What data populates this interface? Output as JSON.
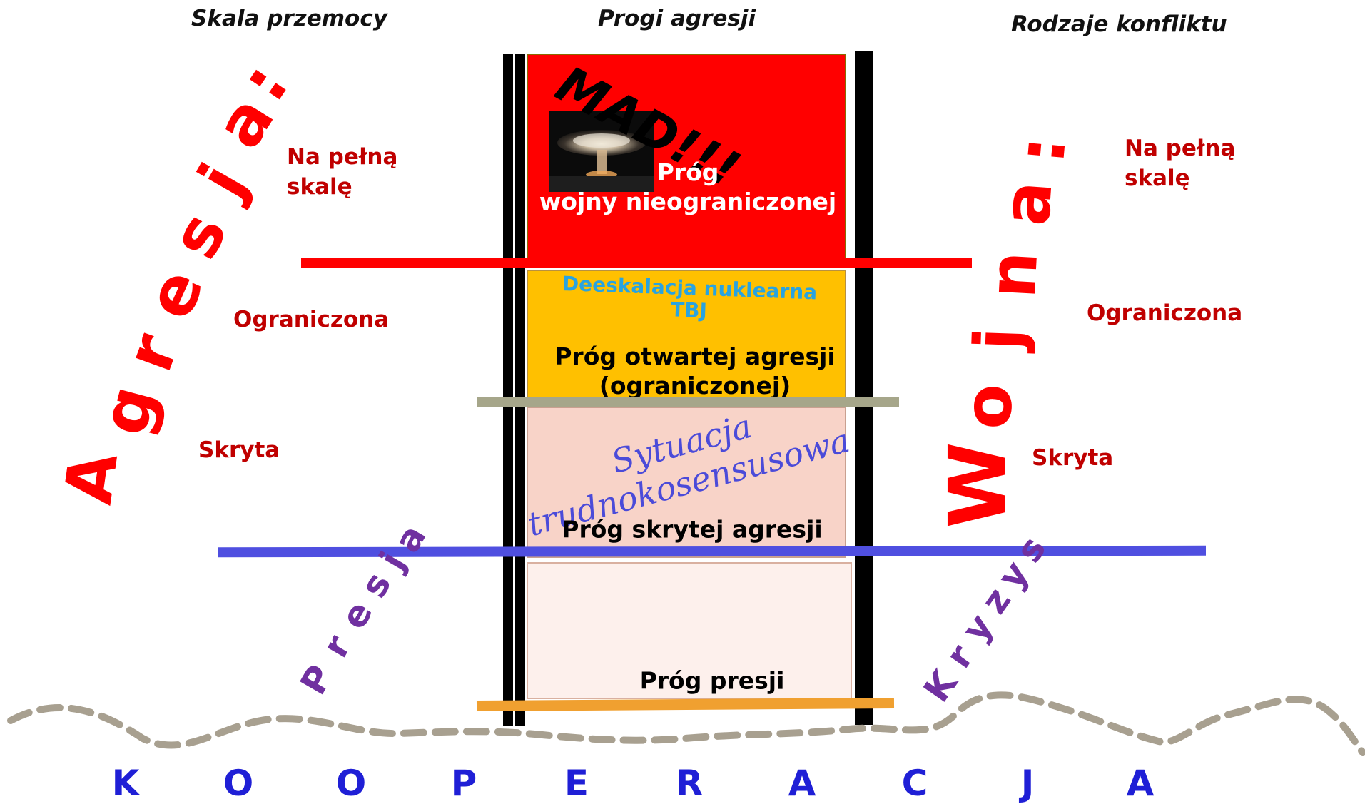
{
  "headers": {
    "violence_scale": "Skala przemocy",
    "aggression_thresholds": "Progi agresji",
    "conflict_types": "Rodzaje konfliktu"
  },
  "left_arc": {
    "word": "Agresja:",
    "letters": [
      "A",
      "g",
      "r",
      "e",
      "s",
      "j",
      "a",
      ":"
    ]
  },
  "right_arc": {
    "word": "Wojna:",
    "letters": [
      "W",
      "o",
      "j",
      "n",
      "a",
      ":"
    ]
  },
  "left_levels": {
    "full_line1": "Na pełną",
    "full_line2": "skalę",
    "limited": "Ograniczona",
    "covert": "Skryta"
  },
  "right_levels": {
    "full_line1": "Na pełną",
    "full_line2": "skalę",
    "limited": "Ograniczona",
    "covert": "Skryta"
  },
  "ladder": {
    "mad": "MAD!!!",
    "unlimited_line1": "Próg",
    "unlimited_line2": "wojny nieograniczonej",
    "deescalation_line1": "Deeskalacja nuklearna",
    "deescalation_line2": "TBJ",
    "open_line1": "Próg otwartej agresji",
    "open_line2": "(ograniczonej)",
    "handwritten_line1": "Sytuacja",
    "handwritten_line2": "trudnokosensusowa",
    "covert": "Próg skrytej agresji",
    "pressure": "Próg presji"
  },
  "pressure_word": {
    "word": "Presja",
    "letters": [
      "P",
      "r",
      "e",
      "s",
      "j",
      "a"
    ]
  },
  "crisis_word": {
    "word": "Kryzys",
    "letters": [
      "K",
      "r",
      "y",
      "z",
      "y",
      "s"
    ]
  },
  "cooperation": {
    "word": "KOOPERACJA",
    "letters": [
      "K",
      "O",
      "O",
      "P",
      "E",
      "R",
      "A",
      "C",
      "J",
      "A"
    ]
  },
  "colors": {
    "red_zone": "#ff0000",
    "amber_zone": "#ffc000",
    "pink_zone": "#f8d3c8",
    "light_zone": "#fdf0ec",
    "red_line": "#ff0000",
    "gray_line": "#a6a68a",
    "blue_line": "#4f4fe0",
    "orange_line": "#f0a030",
    "dashed_wave": "#a8a090",
    "level_text": "#c00000",
    "purple_text": "#7030a0",
    "cooperation_text": "#1f1fd6",
    "deescalation_text": "#29a3e0"
  }
}
